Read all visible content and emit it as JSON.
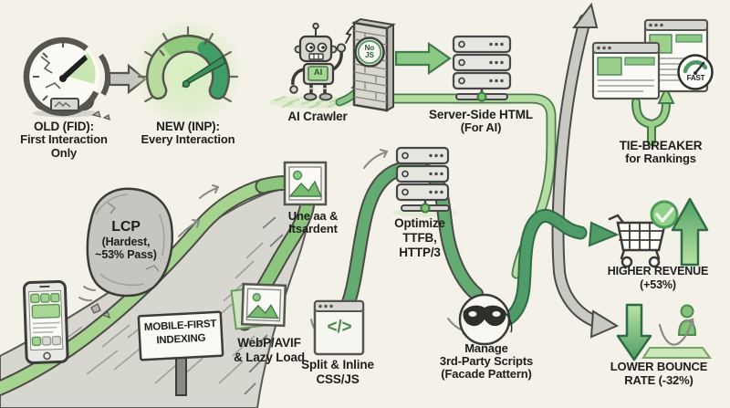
{
  "gauges": {
    "old": {
      "heading": "OLD (FID):",
      "line1": "First Interaction",
      "line2": "Only"
    },
    "new": {
      "heading": "NEW (INP):",
      "line1": "Every Interaction"
    }
  },
  "crawler": {
    "label": "AI Crawler",
    "chip": "AI",
    "wall_badge": {
      "line1": "No",
      "line2": "JS"
    }
  },
  "server_side_html": {
    "line1": "Server-Side HTML",
    "line2": "(For AI)"
  },
  "tie_breaker": {
    "line1": "TIE-BREAKER",
    "line2": "for Rankings",
    "badge": "FAST"
  },
  "lcp_rock": {
    "line1": "LCP",
    "line2": "(Hardest,",
    "line3": "~53% Pass)"
  },
  "sign": {
    "line1": "MOBILE-FIRST",
    "line2": "INDEXING"
  },
  "steps": {
    "preload": {
      "line1": "Une aa &",
      "line2": "Itsardent"
    },
    "ttfb": {
      "line1": "Optimize",
      "line2": "TTFB,",
      "line3": "HTTP/3"
    },
    "images": {
      "line1": "WebP/AVIF",
      "line2": "& Lazy Load"
    },
    "css_js": {
      "line1": "Split & Inline",
      "line2": "CSS/JS",
      "glyph": "</>"
    },
    "third_party": {
      "line1": "Manage",
      "line2": "3rd-Party Scripts",
      "line3": "(Facade Pattern)"
    }
  },
  "outcomes": {
    "revenue": {
      "line1": "HIGHER REVENUE",
      "line2": "(+53%)"
    },
    "bounce": {
      "line1": "LOWER BOUNCE",
      "line2": "RATE (-32%)"
    }
  },
  "colors": {
    "background": "#f4f1e9",
    "ink": "#1e1e1b",
    "green_light": "#a7d391",
    "green_mid": "#8cc987",
    "green_dark": "#3f9e66",
    "gray_band": "#cacac5"
  }
}
